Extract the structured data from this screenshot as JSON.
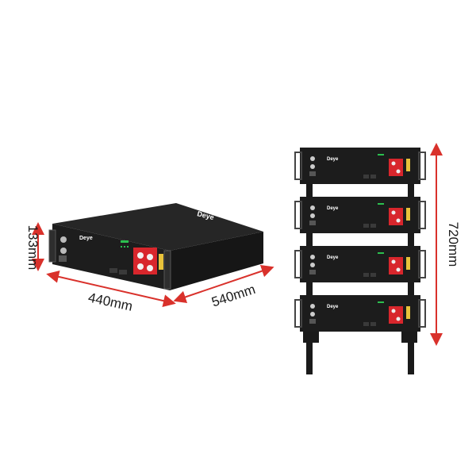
{
  "product": {
    "brand": "Deye",
    "logo_overlay": "Deye"
  },
  "dimensions": {
    "height_label": "133mm",
    "width_label": "440mm",
    "depth_label": "540mm",
    "stack_height_label": "720mm"
  },
  "stack": {
    "module_count": 4
  },
  "colors": {
    "arrow": "#d9312b",
    "chassis": "#1c1c1c",
    "chassis_top": "#262626",
    "terminal_red": "#d8262c",
    "handle": "#2a2a2a"
  }
}
